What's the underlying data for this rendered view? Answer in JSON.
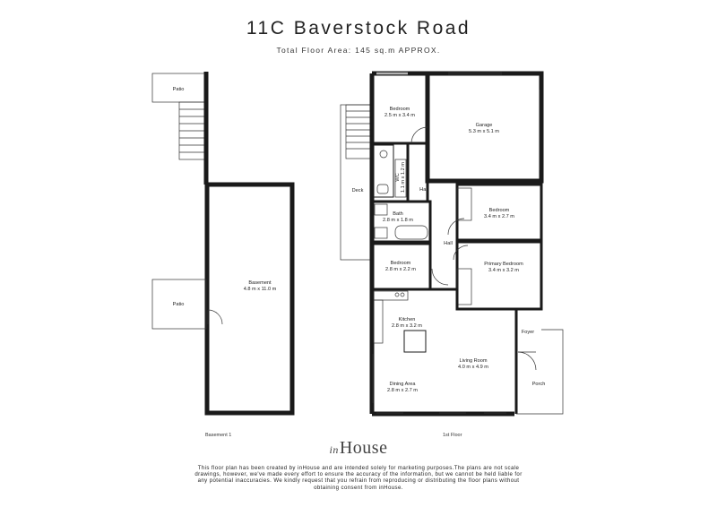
{
  "header": {
    "title": "11C Baverstock Road",
    "subtitle": "Total Floor Area: 145 sq.m APPROX."
  },
  "basement": {
    "level_label": "Basement 1",
    "rooms": {
      "patio_top": "Patio",
      "patio_bottom": "Patio",
      "basement_name": "Basement",
      "basement_dims": "4.8 m x 11.0 m"
    }
  },
  "first_floor": {
    "level_label": "1st Floor",
    "rooms": {
      "bedroom1_name": "Bedroom",
      "bedroom1_dims": "2.5 m x 3.4 m",
      "garage_name": "Garage",
      "garage_dims": "5.3 m x 5.1 m",
      "wc_name": "WC",
      "wc_dims": "1.1 m x 1.2 m",
      "deck": "Deck",
      "hall_upper": "Hall",
      "bedroom2_name": "Bedroom",
      "bedroom2_dims": "3.4 m x 2.7 m",
      "bath_name": "Bath",
      "bath_dims": "2.8 m x 1.8 m",
      "hall_lower": "Hall",
      "primary_name": "Primary Bedroom",
      "primary_dims": "3.4 m x 3.2 m",
      "bedroom3_name": "Bedroom",
      "bedroom3_dims": "2.8 m x 2.2 m",
      "kitchen_name": "Kitchen",
      "kitchen_dims": "2.8 m x 3.2 m",
      "foyer": "Foyer",
      "living_name": "Living Room",
      "living_dims": "4.0 m x 4.9 m",
      "porch": "Porch",
      "dining_name": "Dining Area",
      "dining_dims": "2.8 m x 2.7 m"
    }
  },
  "logo": {
    "prefix": "in",
    "name": "House"
  },
  "disclaimer": "This floor plan has been created by inHouse and are intended solely for marketing purposes.The plans are not scale drawings, however, we've made every effort to ensure the accuracy of the information, but we cannot be held liable for any potential inaccuracies. We kindly request that you refrain from reproducing or distributing the floor plans without obtaining consent from inHouse."
}
